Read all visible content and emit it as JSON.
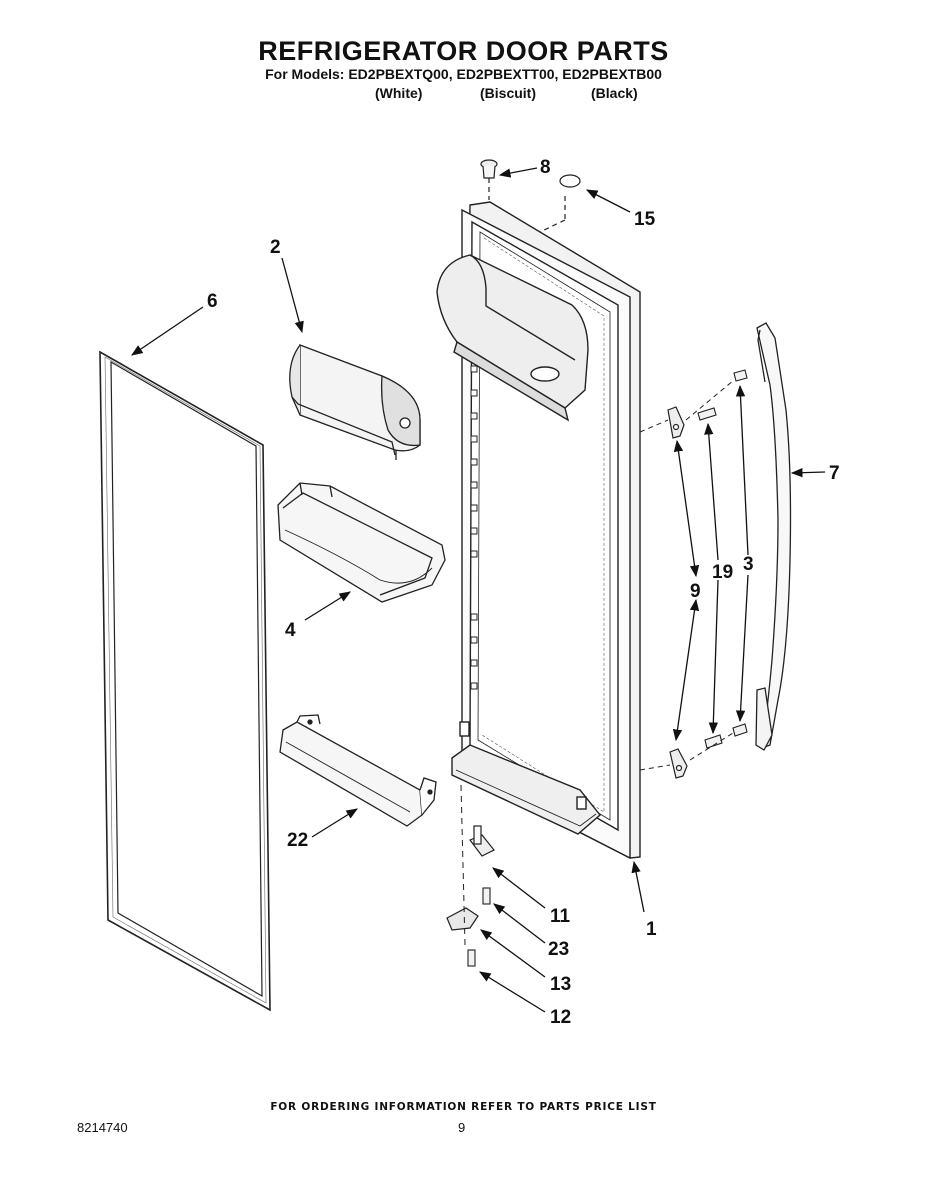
{
  "header": {
    "title": "REFRIGERATOR DOOR PARTS",
    "models_line": "For Models: ED2PBEXTQ00, ED2PBEXTT00, ED2PBEXTB00",
    "colors": [
      "(White)",
      "(Biscuit)",
      "(Black)"
    ]
  },
  "callouts": {
    "c1": "1",
    "c2": "2",
    "c3": "3",
    "c4": "4",
    "c6": "6",
    "c7": "7",
    "c8": "8",
    "c9": "9",
    "c11": "11",
    "c12": "12",
    "c13": "13",
    "c15": "15",
    "c19": "19",
    "c22": "22",
    "c23": "23"
  },
  "footer": {
    "ordering_note": "FOR ORDERING INFORMATION REFER TO PARTS PRICE LIST",
    "document_number": "8214740",
    "page_number": "9"
  }
}
